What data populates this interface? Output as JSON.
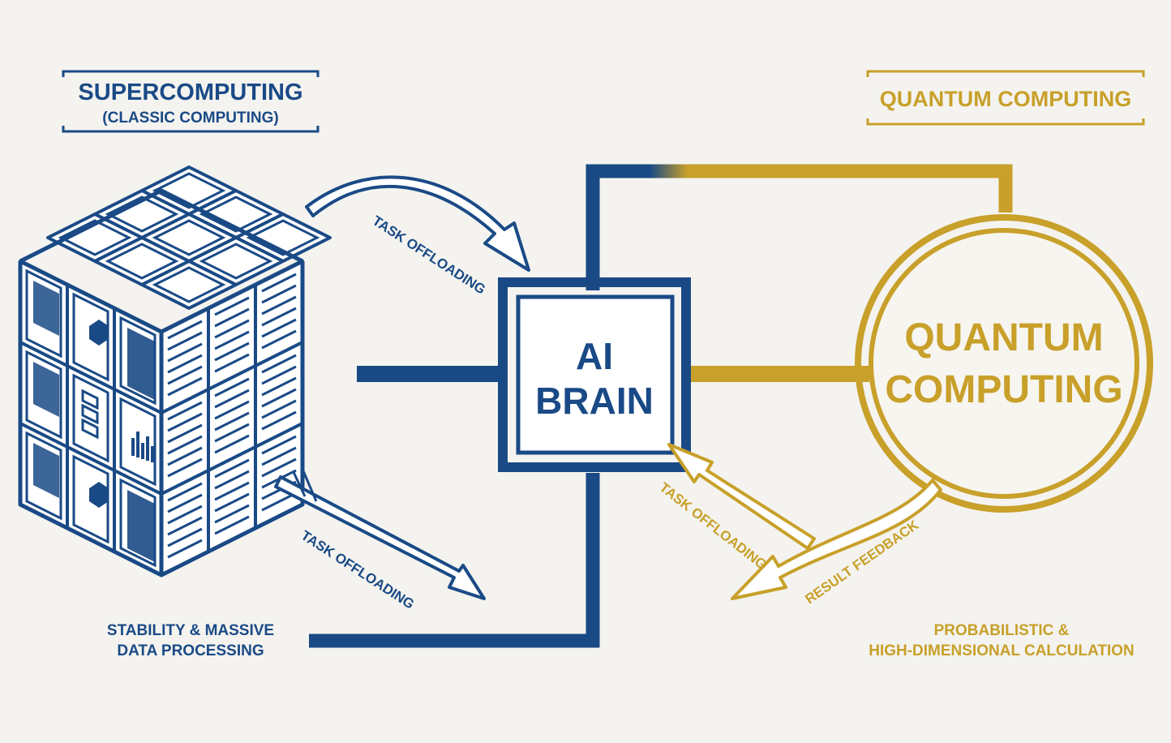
{
  "colors": {
    "navy": "#1a4a86",
    "gold": "#c8a02a",
    "background": "#f4f3ef"
  },
  "left_panel": {
    "title": "SUPERCOMPUTING",
    "subtitle": "(CLASSIC COMPUTING)",
    "caption_line1": "STABILITY & MASSIVE",
    "caption_line2": "DATA PROCESSING",
    "icon": "server-cube-icon"
  },
  "right_panel": {
    "title": "QUANTUM COMPUTING",
    "caption_line1": "PROBABILISTIC &",
    "caption_line2": "HIGH-DIMENSIONAL CALCULATION"
  },
  "center": {
    "line1": "AI",
    "line2": "BRAIN"
  },
  "quantum_node": {
    "line1": "QUANTUM",
    "line2": "COMPUTING"
  },
  "arrows": {
    "top_left": "TASK OFFLOADING",
    "bottom_left": "TASK OFFLOADING",
    "quantum_task": "TASK OFFLOADING",
    "quantum_feedback": "RESULT FEEDBACK"
  }
}
